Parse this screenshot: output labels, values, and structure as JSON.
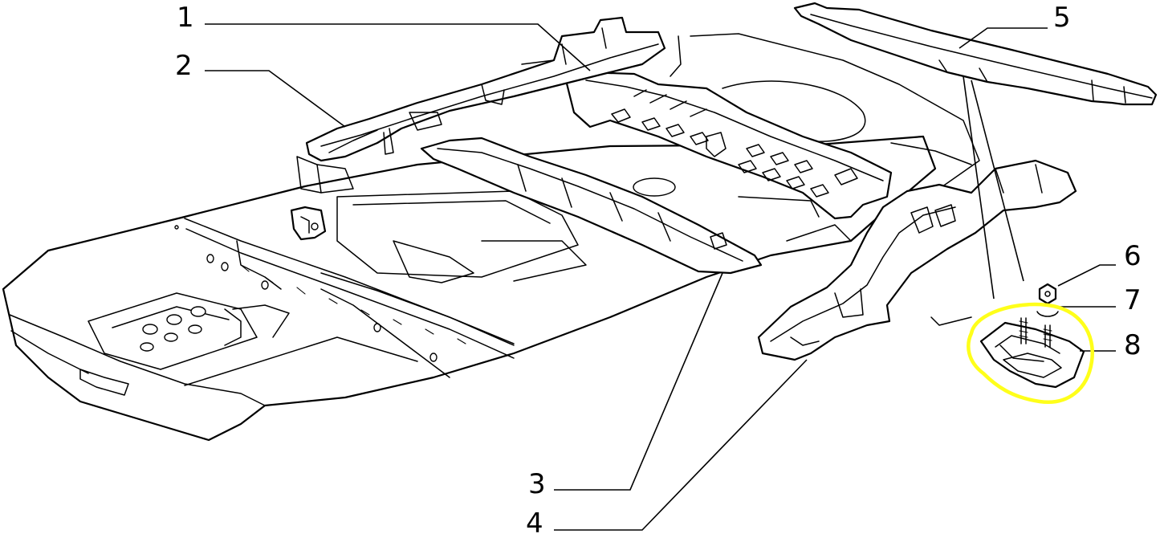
{
  "callouts": [
    {
      "number": "1"
    },
    {
      "number": "2"
    },
    {
      "number": "3"
    },
    {
      "number": "4"
    },
    {
      "number": "5"
    },
    {
      "number": "6"
    },
    {
      "number": "7"
    },
    {
      "number": "8"
    }
  ],
  "highlight": {
    "target": "8",
    "color": "#ffff1a"
  }
}
